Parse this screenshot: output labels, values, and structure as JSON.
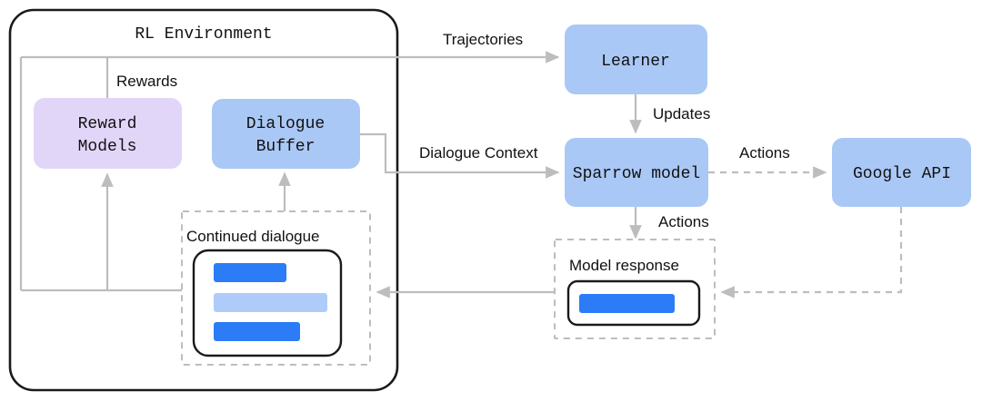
{
  "diagram": {
    "title": "RL Environment",
    "palette": {
      "blue_box": "#AAC8F5",
      "purple_box": "#E2D6F8",
      "line_gray": "#BDBDBD",
      "dash_gray": "#BDBDBD",
      "outline_black": "#1A1A1A",
      "bar_blue_strong": "#2B7CF6",
      "bar_blue_light": "#AECBFA",
      "text_black": "#111111",
      "white": "#FFFFFF"
    },
    "nodes": [
      {
        "id": "reward-models",
        "label": "Reward\nModels",
        "line1": "Reward",
        "line2": "Models",
        "kind": "purple-box"
      },
      {
        "id": "dialogue-buffer",
        "label": "Dialogue\nBuffer",
        "line1": "Dialogue",
        "line2": "Buffer",
        "kind": "blue-box"
      },
      {
        "id": "learner",
        "label": "Learner",
        "line1": "Learner",
        "line2": "",
        "kind": "blue-box"
      },
      {
        "id": "sparrow-model",
        "label": "Sparrow model",
        "line1": "Sparrow model",
        "line2": "",
        "kind": "blue-box"
      },
      {
        "id": "google-api",
        "label": "Google API",
        "line1": "Google API",
        "line2": "",
        "kind": "blue-box"
      }
    ],
    "groups": [
      {
        "id": "rl-environment",
        "label": "RL Environment",
        "style": "solid-rounded"
      },
      {
        "id": "continued-dialogue",
        "label": "Continued dialogue",
        "style": "dashed"
      },
      {
        "id": "model-response",
        "label": "Model response",
        "style": "dashed"
      }
    ],
    "edge_labels": [
      {
        "id": "trajectories",
        "text": "Trajectories",
        "style": "solid"
      },
      {
        "id": "rewards",
        "text": "Rewards",
        "style": "solid"
      },
      {
        "id": "dialogue-context",
        "text": "Dialogue Context",
        "style": "solid"
      },
      {
        "id": "updates",
        "text": "Updates",
        "style": "solid"
      },
      {
        "id": "actions-api",
        "text": "Actions",
        "style": "dashed"
      },
      {
        "id": "actions-response",
        "text": "Actions",
        "style": "solid"
      }
    ],
    "chat_bubbles": {
      "continued_dialogue": [
        {
          "tone": "strong",
          "width": 80
        },
        {
          "tone": "light",
          "width": 125
        },
        {
          "tone": "strong",
          "width": 95
        }
      ],
      "model_response": [
        {
          "tone": "strong",
          "width": 105
        }
      ]
    }
  }
}
